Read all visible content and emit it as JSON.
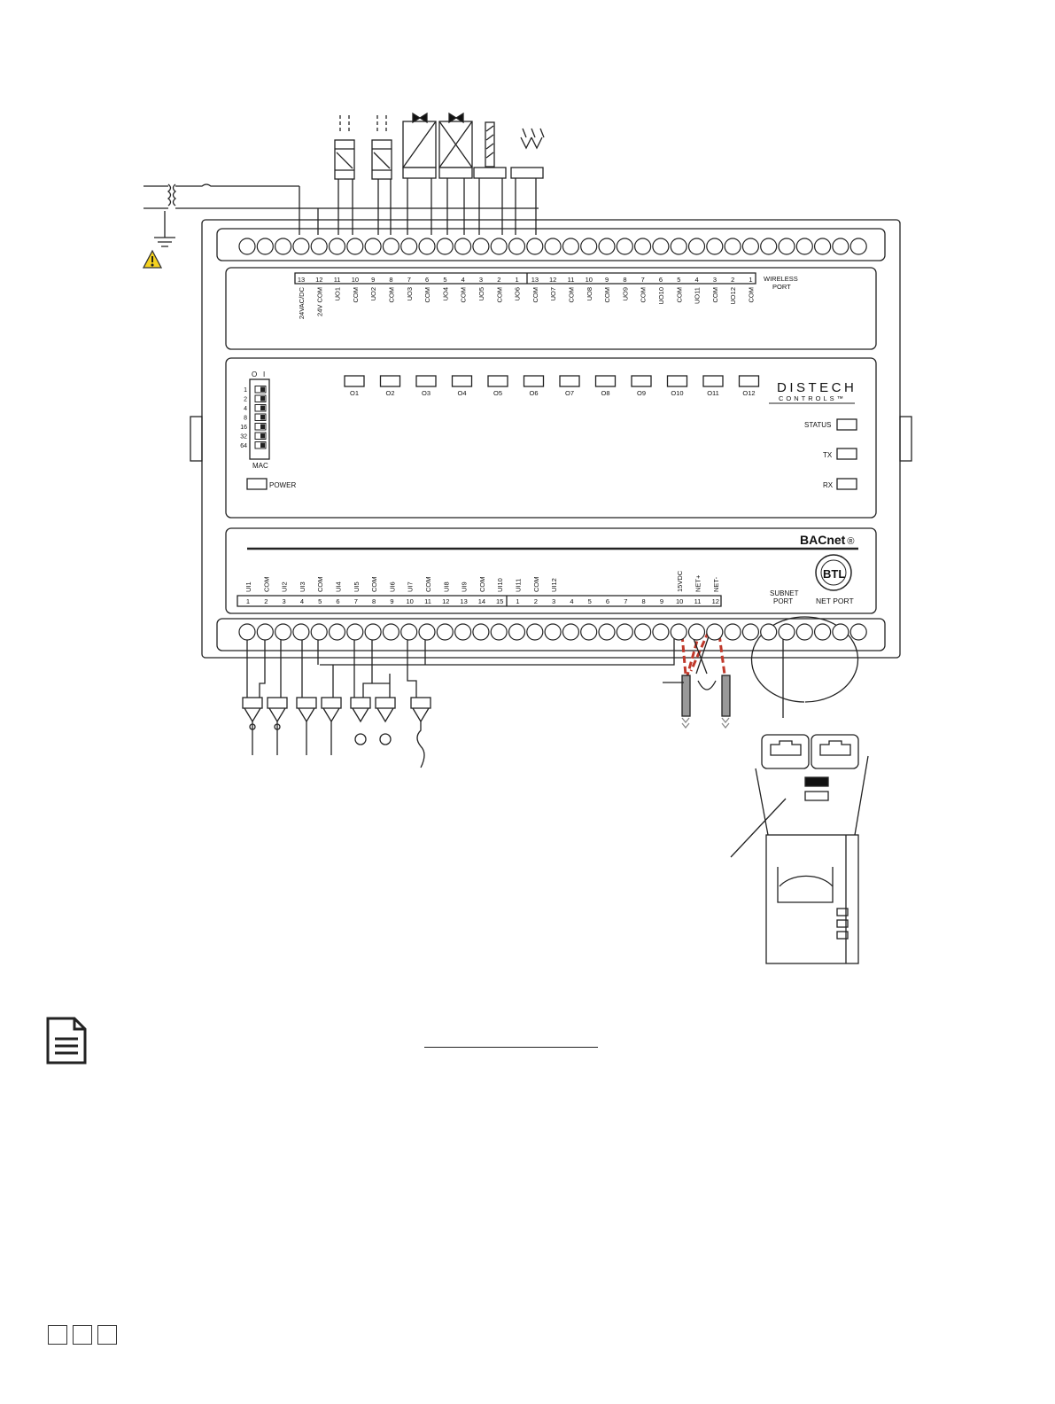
{
  "top_terminal_numbers": [
    "13",
    "12",
    "11",
    "10",
    "9",
    "8",
    "7",
    "6",
    "5",
    "4",
    "3",
    "2",
    "1",
    "13",
    "12",
    "11",
    "10",
    "9",
    "8",
    "7",
    "6",
    "5",
    "4",
    "3",
    "2",
    "1"
  ],
  "top_terminal_labels": [
    "24VAC/DC",
    "24V COM",
    "UO1",
    "COM",
    "UO2",
    "COM",
    "UO3",
    "COM",
    "UO4",
    "COM",
    "UO5",
    "COM",
    "UO6",
    "COM",
    "UO7",
    "COM",
    "UO8",
    "COM",
    "UO9",
    "COM",
    "UO10",
    "COM",
    "UO11",
    "COM",
    "UO12",
    "COM"
  ],
  "wireless_port_label": [
    "WIRELESS",
    "PORT"
  ],
  "output_leds": [
    "O1",
    "O2",
    "O3",
    "O4",
    "O5",
    "O6",
    "O7",
    "O8",
    "O9",
    "O10",
    "O11",
    "O12"
  ],
  "brand": {
    "line1": "DISTECH",
    "line2": "CONTROLS™"
  },
  "status_leds": {
    "status": "STATUS",
    "tx": "TX",
    "rx": "RX"
  },
  "dip_switch": {
    "header_off": "O",
    "header_on": "I",
    "values": [
      "1",
      "2",
      "4",
      "8",
      "16",
      "32",
      "64"
    ],
    "label": "MAC"
  },
  "power_label": "POWER",
  "bacnet_label": "BACnet",
  "bacnet_reg": "®",
  "btl_logo_text": "BTL",
  "bottom_labels_left": [
    "UI1",
    "COM",
    "UI2",
    "UI3",
    "COM",
    "UI4",
    "UI5",
    "COM",
    "UI6",
    "UI7",
    "COM",
    "UI8",
    "UI9",
    "COM",
    "UI10"
  ],
  "bottom_numbers_left": [
    "1",
    "2",
    "3",
    "4",
    "5",
    "6",
    "7",
    "8",
    "9",
    "10",
    "11",
    "12",
    "13",
    "14",
    "15"
  ],
  "bottom_labels_right": [
    "UI11",
    "COM",
    "UI12",
    "",
    "",
    "",
    "",
    "",
    "",
    "15VDC",
    "NET+",
    "NET-"
  ],
  "bottom_numbers_right": [
    "1",
    "2",
    "3",
    "4",
    "5",
    "6",
    "7",
    "8",
    "9",
    "10",
    "11",
    "12"
  ],
  "subnet_port_label": [
    "SUBNET",
    "PORT"
  ],
  "net_port_label": "NET PORT"
}
